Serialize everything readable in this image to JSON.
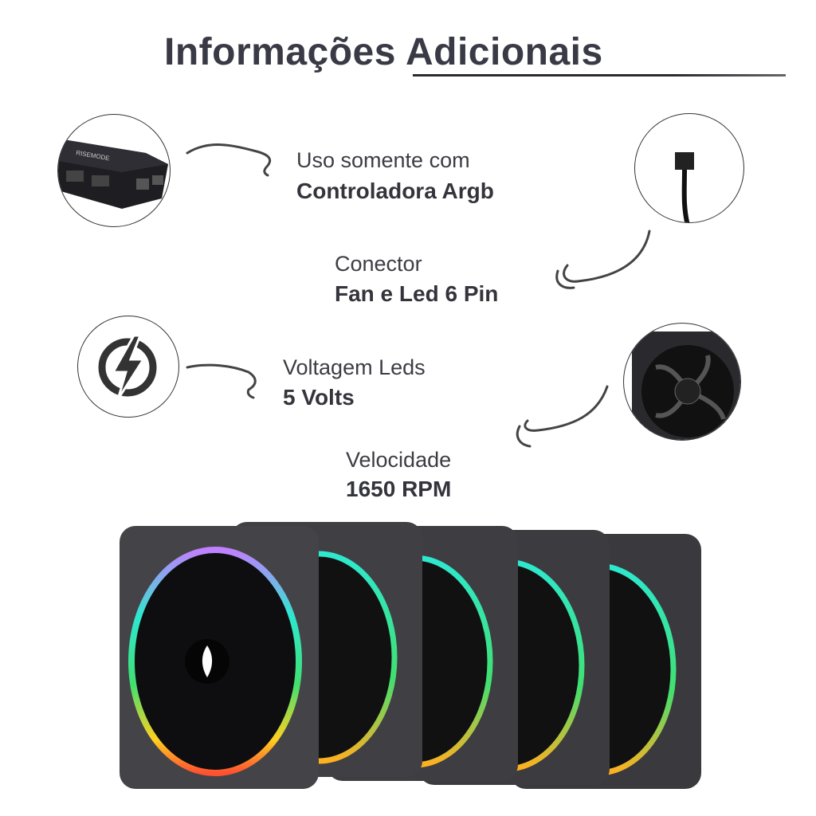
{
  "title": "Informações Adicionais",
  "controller_brand": "RISEMODE",
  "features": [
    {
      "label": "Uso somente com",
      "value": "Controladora Argb",
      "icon": "argb-controller-image"
    },
    {
      "label": "Conector",
      "value": "Fan e Led 6 Pin",
      "icon": "connector-cable-image"
    },
    {
      "label": "Voltagem Leds",
      "value": "5 Volts",
      "icon": "lightning-bolt-icon"
    },
    {
      "label": "Velocidade",
      "value": "1650 RPM",
      "icon": "fan-image"
    }
  ],
  "colors": {
    "title": "#3a3a46",
    "text": "#34343c",
    "ring_cyan": "#2ee8d0"
  }
}
